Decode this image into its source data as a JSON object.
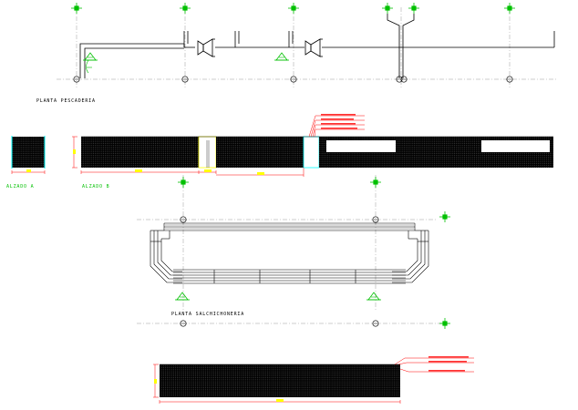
{
  "labels": {
    "planta_pescaderia": "PLANTA PESCADERIA",
    "alzado_a": "ALZADO A",
    "alzado_b": "ALZADO B",
    "planta_salchichoneria": "PLANTA SALCHICHONERIA"
  },
  "colors": {
    "line": "#000000",
    "dim": "#ff0000",
    "accent_green": "#00c000",
    "accent_yellow": "#ffff00",
    "accent_cyan": "#00ffff",
    "axis": "#808080",
    "hatch_bg": "#000000",
    "hatch_dot": "#5a5a5a"
  },
  "icons": {
    "grid_marker": "green-crosshair-marker",
    "elevation_marker": "green-triangle-level-icon",
    "sink": "sink-fixture-icon"
  }
}
